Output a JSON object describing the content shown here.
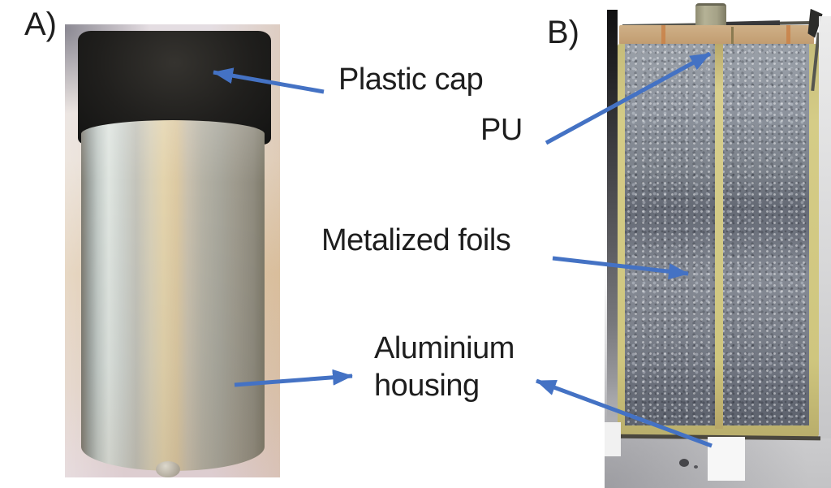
{
  "labels": {
    "panel_a": "A)",
    "panel_b": "B)",
    "plastic_cap": "Plastic cap",
    "pu": "PU",
    "metalized_foils": "Metalized foils",
    "aluminium_line1": "Aluminium",
    "aluminium_line2": "housing"
  },
  "photos": {
    "panel_a": "capacitor-exterior-photo",
    "panel_b": "capacitor-cross-section-photo"
  },
  "colors": {
    "arrow_blue": "#4472c4",
    "label_text": "#1e1e1e",
    "plastic_cap_black": "#1b1a18",
    "aluminium_silver": "#c6c3b8",
    "foil_gray": "#80858f",
    "pu_tan": "#c8a87c",
    "divider_yellow": "#cfc67f",
    "background": "#ffffff"
  }
}
